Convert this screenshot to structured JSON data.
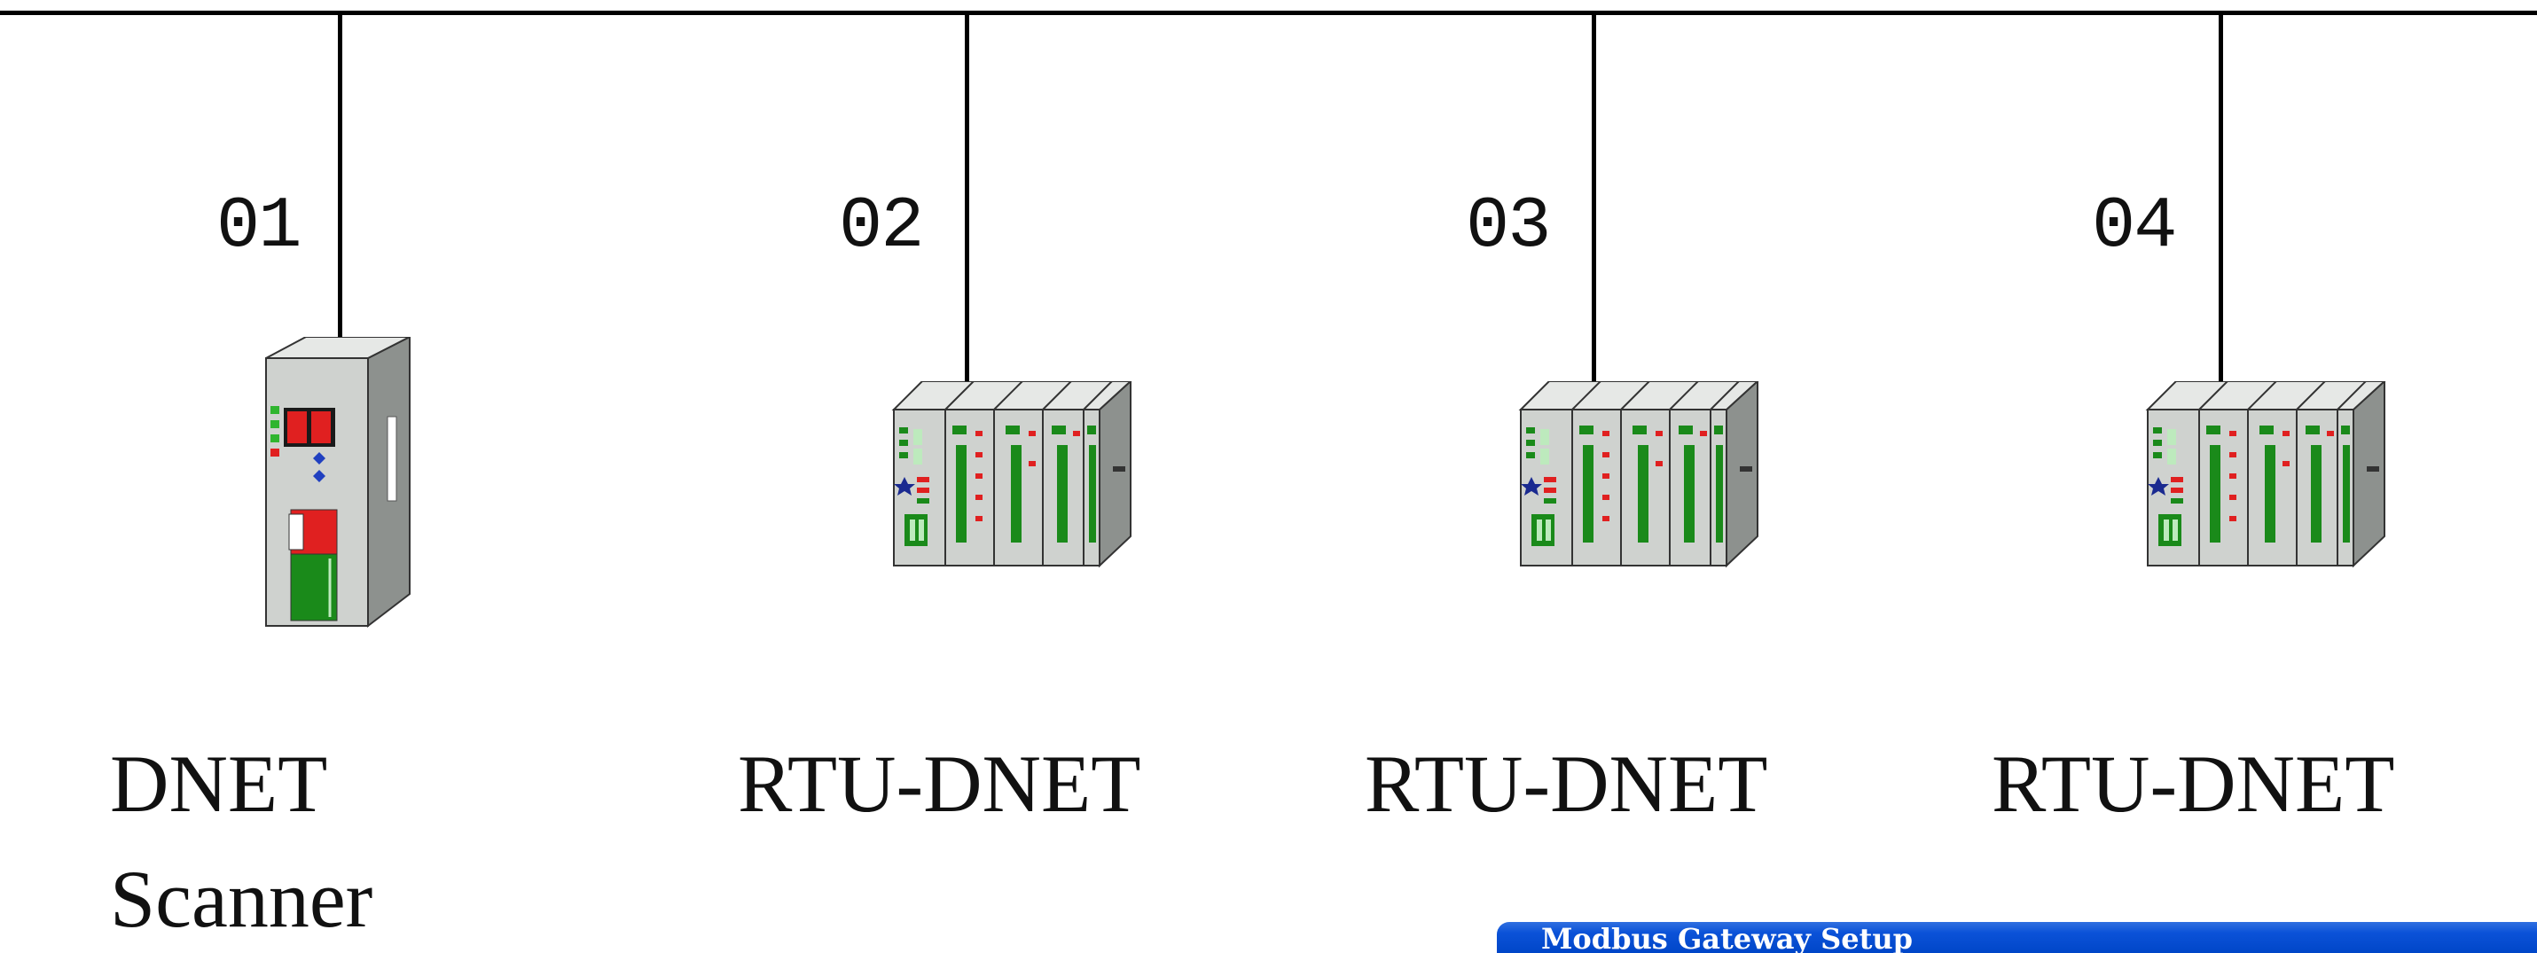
{
  "nodes": [
    {
      "number": "01",
      "label": "DNET",
      "sublabel": "Scanner",
      "device": "dnet-scanner"
    },
    {
      "number": "02",
      "label": "RTU-DNET",
      "device": "rtu-dnet"
    },
    {
      "number": "03",
      "label": "RTU-DNET",
      "device": "rtu-dnet"
    },
    {
      "number": "04",
      "label": "RTU-DNET",
      "device": "rtu-dnet"
    }
  ],
  "dialog": {
    "title": "Modbus Gateway Setup"
  },
  "colors": {
    "line": "#000000",
    "device_body": "#c9cdca",
    "device_green": "#1a8a1a",
    "device_red": "#e02020",
    "titlebar": "#0b52d8"
  }
}
